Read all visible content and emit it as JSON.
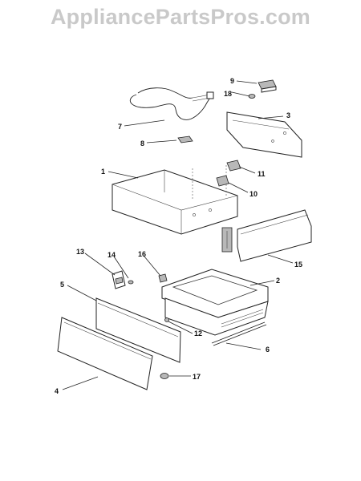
{
  "watermark": {
    "text": "AppliancePartsPros.com"
  },
  "colors": {
    "watermark": "#c9c9c9",
    "ink": "#222222",
    "background": "#ffffff"
  },
  "callouts": {
    "c1": "1",
    "c2": "2",
    "c3": "3",
    "c4": "4",
    "c5": "5",
    "c6": "6",
    "c7": "7",
    "c8": "8",
    "c9": "9",
    "c10": "10",
    "c11": "11",
    "c12": "12",
    "c13": "13",
    "c14": "14",
    "c15": "15",
    "c16": "16",
    "c17": "17",
    "c18": "18"
  }
}
